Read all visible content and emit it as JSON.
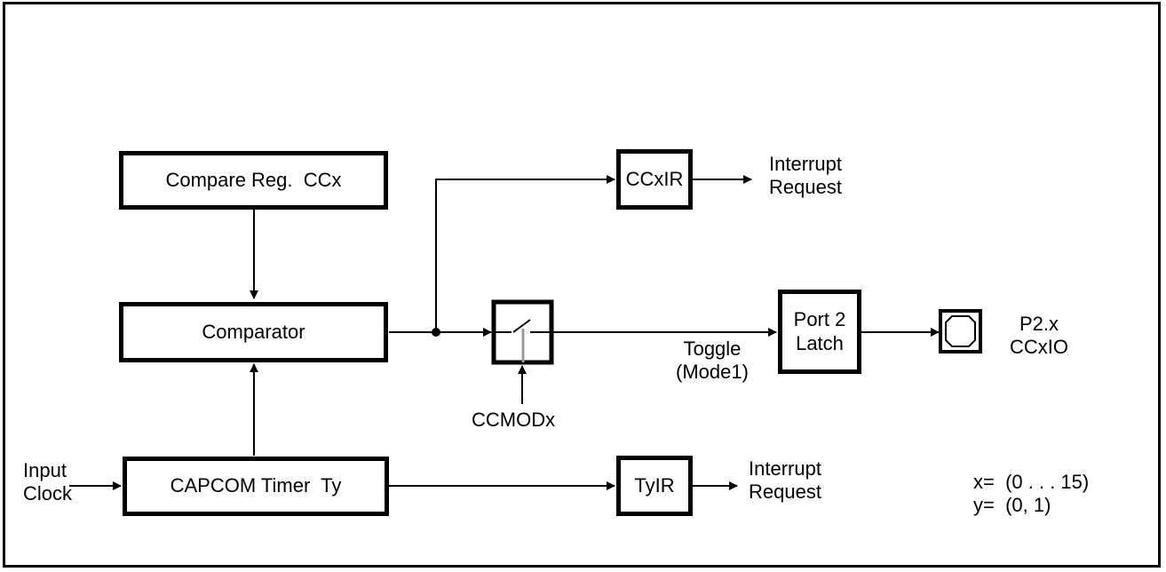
{
  "blocks": {
    "compare_reg": "Compare Reg.  CCx",
    "comparator": "Comparator",
    "timer": "CAPCOM Timer  Ty",
    "ccxir": "CCxIR",
    "tyir": "TyIR",
    "port_latch_line1": "Port 2",
    "port_latch_line2": "Latch"
  },
  "labels": {
    "interrupt_request_1_line1": "Interrupt",
    "interrupt_request_1_line2": "Request",
    "interrupt_request_2_line1": "Interrupt",
    "interrupt_request_2_line2": "Request",
    "input_clock_line1": "Input",
    "input_clock_line2": "Clock",
    "toggle_line1": "Toggle",
    "toggle_line2": "(Mode1)",
    "ccmod": "CCMODx",
    "pin_line1": "P2.x",
    "pin_line2": "CCxIO",
    "range_x": "x=  (0 . . . 15)",
    "range_y": "y=  (0, 1)"
  }
}
